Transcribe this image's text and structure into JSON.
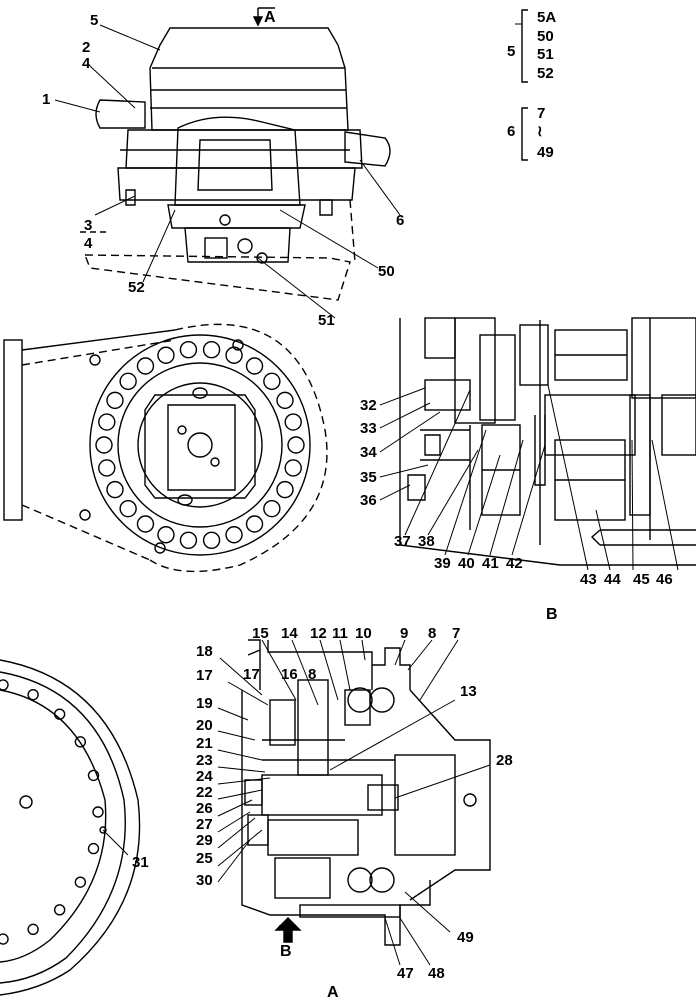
{
  "legend": {
    "group5": {
      "number": "5",
      "items": [
        "5A",
        "50",
        "51",
        "52"
      ]
    },
    "group6": {
      "number": "6",
      "from": "7",
      "sep": "≀",
      "to": "49"
    }
  },
  "views": {
    "view_a_top": "A",
    "view_a_bottom": "A",
    "view_b": "B",
    "arrow_b": "B"
  },
  "callouts": {
    "c1": "1",
    "c2": "2",
    "c4a": "4",
    "c5": "5",
    "c3": "3",
    "c4b": "4",
    "c52": "52",
    "c6": "6",
    "c50": "50",
    "c51": "51",
    "c32": "32",
    "c33": "33",
    "c34": "34",
    "c35": "35",
    "c36": "36",
    "c37": "37",
    "c38": "38",
    "c39": "39",
    "c40": "40",
    "c41": "41",
    "c42": "42",
    "c43": "43",
    "c44": "44",
    "c45": "45",
    "c46": "46",
    "c15": "15",
    "c14": "14",
    "c12": "12",
    "c11": "11",
    "c10": "10",
    "c9": "9",
    "c8a": "8",
    "c7": "7",
    "c18": "18",
    "c17a": "17",
    "c17b": "17",
    "c16": "16",
    "c8b": "8",
    "c13": "13",
    "c19": "19",
    "c20": "20",
    "c21": "21",
    "c23": "23",
    "c24": "24",
    "c22": "22",
    "c26": "26",
    "c27": "27",
    "c29": "29",
    "c25": "25",
    "c30": "30",
    "c28": "28",
    "c31": "31",
    "c49": "49",
    "c47": "47",
    "c48": "48"
  }
}
